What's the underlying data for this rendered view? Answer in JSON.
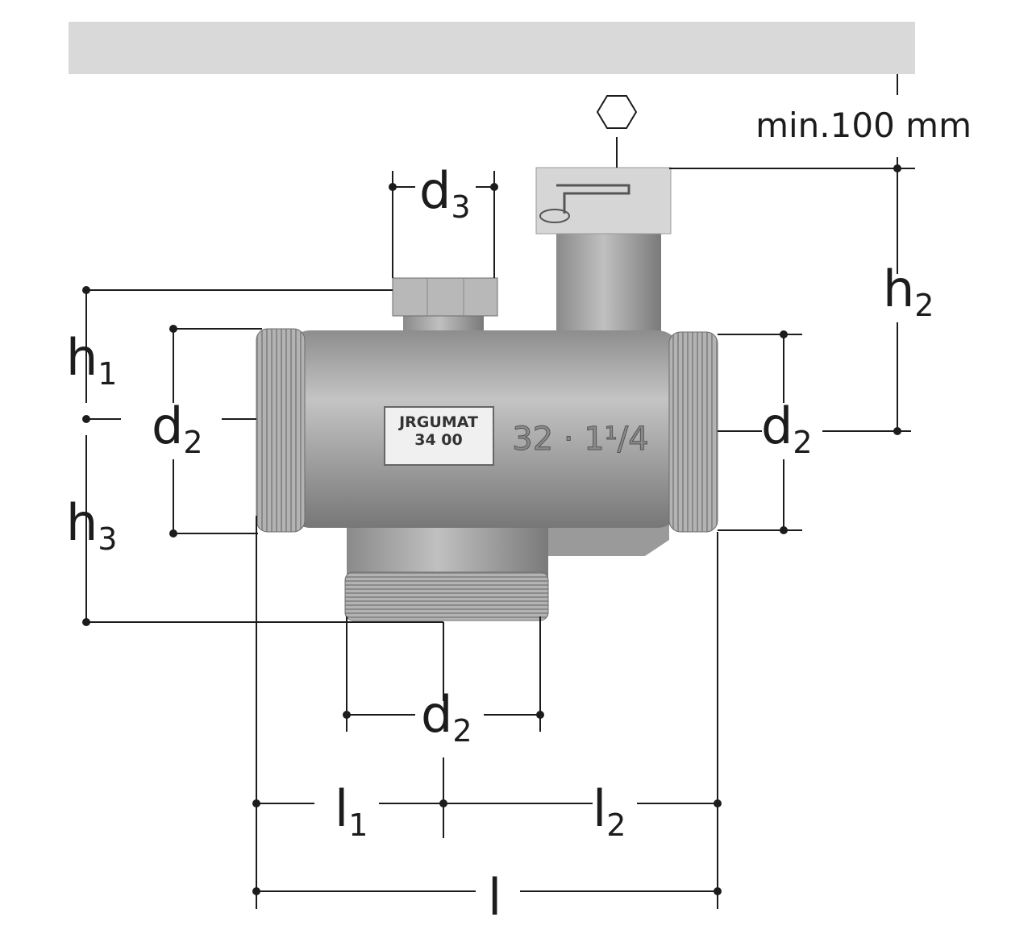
{
  "title": "Thermostatic mixing valve dimension drawing",
  "clearance": {
    "text": "min.100 mm",
    "icon": "hex-key-icon"
  },
  "plate": {
    "line1": "JRGUMAT",
    "line2": "34 00"
  },
  "casting_mark": "32 · 1¹/4",
  "dimensions": {
    "h1": {
      "main": "h",
      "sub": "1"
    },
    "h2": {
      "main": "h",
      "sub": "2"
    },
    "h3": {
      "main": "h",
      "sub": "3"
    },
    "d2_left": {
      "main": "d",
      "sub": "2"
    },
    "d2_right": {
      "main": "d",
      "sub": "2"
    },
    "d2_bottom": {
      "main": "d",
      "sub": "2"
    },
    "d3": {
      "main": "d",
      "sub": "3"
    },
    "l1": {
      "main": "l",
      "sub": "1"
    },
    "l2": {
      "main": "l",
      "sub": "2"
    },
    "l": {
      "main": "l"
    }
  },
  "colors": {
    "ceiling": "#d9d9d9",
    "metal": "#a9a9a9",
    "cap": "#d6d6d6"
  }
}
